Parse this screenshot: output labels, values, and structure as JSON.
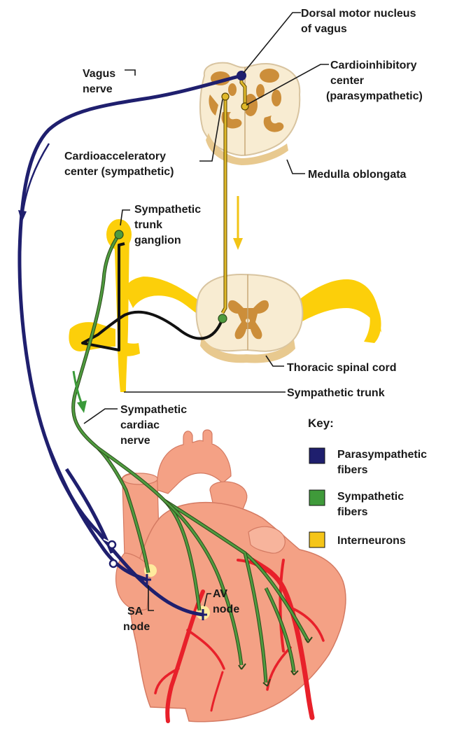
{
  "labels": {
    "dorsal_motor_l1": "Dorsal motor nucleus",
    "dorsal_motor_l2": "of vagus",
    "vagus_l1": "Vagus",
    "vagus_l2": "nerve",
    "cardioinhib_l1": "Cardioinhibitory",
    "cardioinhib_l2": "center",
    "cardioinhib_l3": "(parasympathetic)",
    "cardioaccel_l1": "Cardioacceleratory",
    "cardioaccel_l2": "center (sympathetic)",
    "medulla": "Medulla oblongata",
    "symp_ganglion_l1": "Sympathetic",
    "symp_ganglion_l2": "trunk",
    "symp_ganglion_l3": "ganglion",
    "thoracic": "Thoracic spinal cord",
    "symp_trunk": "Sympathetic trunk",
    "symp_cardiac_l1": "Sympathetic",
    "symp_cardiac_l2": "cardiac",
    "symp_cardiac_l3": "nerve",
    "sa_l1": "SA",
    "sa_l2": "node",
    "av_l1": "AV",
    "av_l2": "node"
  },
  "key": {
    "title": "Key:",
    "items": [
      {
        "label_l1": "Parasympathetic",
        "label_l2": "fibers",
        "color": "#1f1f6e"
      },
      {
        "label_l1": "Sympathetic",
        "label_l2": "fibers",
        "color": "#3f9a3a"
      },
      {
        "label_l1": "Interneurons",
        "label_l2": "",
        "color": "#f5c518"
      }
    ]
  },
  "colors": {
    "parasympathetic": "#1f1f6e",
    "sympathetic": "#4f9b3f",
    "interneuron": "#e0b92a",
    "arrow_yellow": "#f2c416",
    "arrow_green": "#3a9a3a",
    "cord_fill": "#f8ecd2",
    "gray_matter": "#cc8e3a",
    "nerve_yellow": "#fccf0a",
    "heart": "#f4a185",
    "vessel": "#e8202a"
  }
}
